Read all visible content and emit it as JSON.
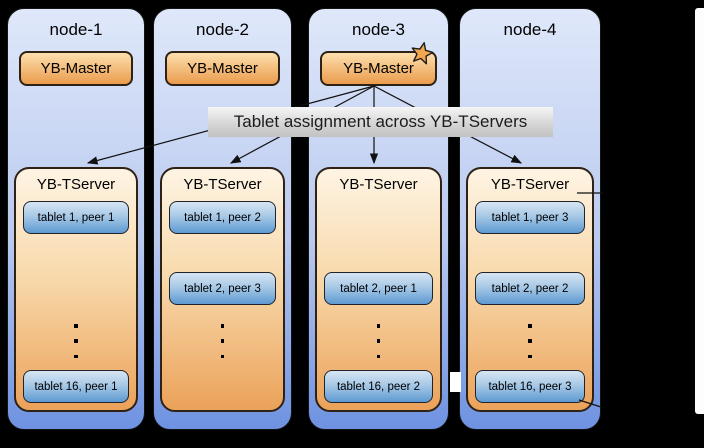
{
  "banner": {
    "label": "Tablet assignment across YB-TServers"
  },
  "nodes": [
    {
      "title": "node-1",
      "master": {
        "present": true,
        "label": "YB-Master",
        "starred": false
      },
      "tserver": {
        "label": "YB-TServer",
        "tablets": {
          "row1": "tablet 1, peer 1",
          "row2": null,
          "row16": "tablet 16, peer 1"
        },
        "ellipsis": "⋮"
      }
    },
    {
      "title": "node-2",
      "master": {
        "present": true,
        "label": "YB-Master",
        "starred": false
      },
      "tserver": {
        "label": "YB-TServer",
        "tablets": {
          "row1": "tablet 1, peer 2",
          "row2": "tablet 2, peer 3",
          "row16": null
        },
        "ellipsis": "⋮"
      }
    },
    {
      "title": "node-3",
      "master": {
        "present": true,
        "label": "YB-Master",
        "starred": true
      },
      "tserver": {
        "label": "YB-TServer",
        "tablets": {
          "row1": null,
          "row2": "tablet 2, peer 1",
          "row16": "tablet 16, peer 2"
        },
        "ellipsis": "⋮"
      }
    },
    {
      "title": "node-4",
      "master": {
        "present": false,
        "label": "",
        "starred": false
      },
      "tserver": {
        "label": "YB-TServer",
        "tablets": {
          "row1": "tablet 1, peer 3",
          "row2": "tablet 2, peer 2",
          "row16": "tablet 16, peer 3"
        },
        "ellipsis": "⋮"
      }
    }
  ],
  "colors": {
    "background": "#000000",
    "node_top": "#dfe8fa",
    "node_bottom": "#6e92e1",
    "master_top": "#fddfad",
    "master_bottom": "#ea9c4d",
    "tserver_top": "#fef4e4",
    "tserver_bottom": "#eba25a",
    "tablet_top": "#d6e5f3",
    "tablet_bottom": "#5e9ad2",
    "banner_top": "#f6f6f6",
    "banner_bottom": "#c2c2c2",
    "star_fill": "#f2a64e"
  }
}
